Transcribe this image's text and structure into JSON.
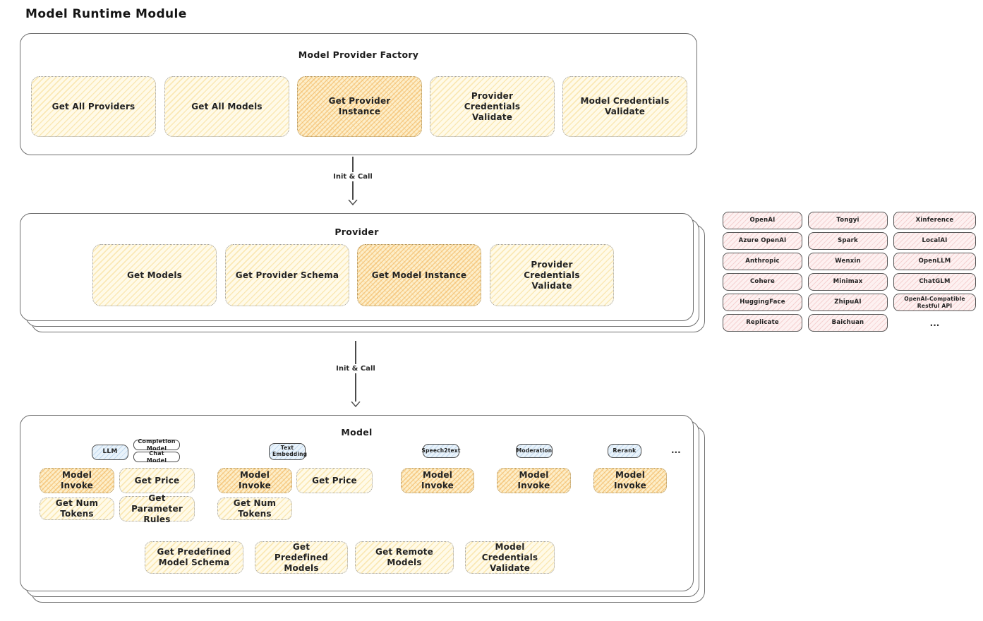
{
  "page": {
    "title": "Model Runtime Module"
  },
  "factory": {
    "title": "Model Provider Factory",
    "boxes": [
      {
        "label": "Get All Providers",
        "variant": "yellow"
      },
      {
        "label": "Get All Models",
        "variant": "yellow"
      },
      {
        "label": "Get Provider Instance",
        "variant": "orange"
      },
      {
        "label": "Provider Credentials Validate",
        "variant": "yellow"
      },
      {
        "label": "Model Credentials Validate",
        "variant": "yellow"
      }
    ]
  },
  "arrows": [
    {
      "label": "Init & Call"
    },
    {
      "label": "Init & Call"
    }
  ],
  "provider": {
    "title": "Provider",
    "boxes": [
      {
        "label": "Get Models",
        "variant": "yellow"
      },
      {
        "label": "Get Provider Schema",
        "variant": "yellow"
      },
      {
        "label": "Get Model Instance",
        "variant": "orange"
      },
      {
        "label": "Provider Credentials Validate",
        "variant": "yellow"
      }
    ]
  },
  "providers_grid": {
    "items": [
      "OpenAI",
      "Tongyi",
      "Xinference",
      "Azure OpenAI",
      "Spark",
      "LocalAI",
      "Anthropic",
      "Wenxin",
      "OpenLLM",
      "Cohere",
      "Minimax",
      "ChatGLM",
      "HuggingFace",
      "ZhipuAI",
      "OpenAI-Compatible Restful API",
      "Replicate",
      "Baichuan"
    ],
    "more": "..."
  },
  "model": {
    "title": "Model",
    "tags": {
      "llm": "LLM",
      "completion": "Completion Model",
      "chat": "Chat Model",
      "text_embedding": "Text Embedding",
      "speech2text": "Speech2text",
      "moderation": "Moderation",
      "rerank": "Rerank",
      "more": "..."
    },
    "llm_group": {
      "invoke": "Model Invoke",
      "get_price": "Get Price",
      "get_num_tokens": "Get Num Tokens",
      "get_parameter_rules": "Get Parameter Rules"
    },
    "embedding_group": {
      "invoke": "Model Invoke",
      "get_price": "Get Price",
      "get_num_tokens": "Get Num Tokens"
    },
    "speech2text_group": {
      "invoke": "Model Invoke"
    },
    "moderation_group": {
      "invoke": "Model Invoke"
    },
    "rerank_group": {
      "invoke": "Model Invoke"
    },
    "bottom": [
      {
        "label": "Get Predefined Model Schema"
      },
      {
        "label": "Get Predefined Models"
      },
      {
        "label": "Get Remote Models"
      },
      {
        "label": "Model Credentials Validate"
      }
    ]
  },
  "colors": {
    "box_yellow_bg": "#fffae8",
    "box_yellow_hatch": "#f6d682",
    "box_orange_bg": "#fdeec9",
    "box_orange_hatch": "#f0af50",
    "box_pink_bg": "#fdf1f1",
    "box_pink_hatch": "#e79696",
    "tag_blue_bg": "#e9f3fb",
    "tag_blue_hatch": "#78aad7",
    "stroke_dark": "#4a4a4a",
    "panel_stroke": "#6e6e6e"
  }
}
